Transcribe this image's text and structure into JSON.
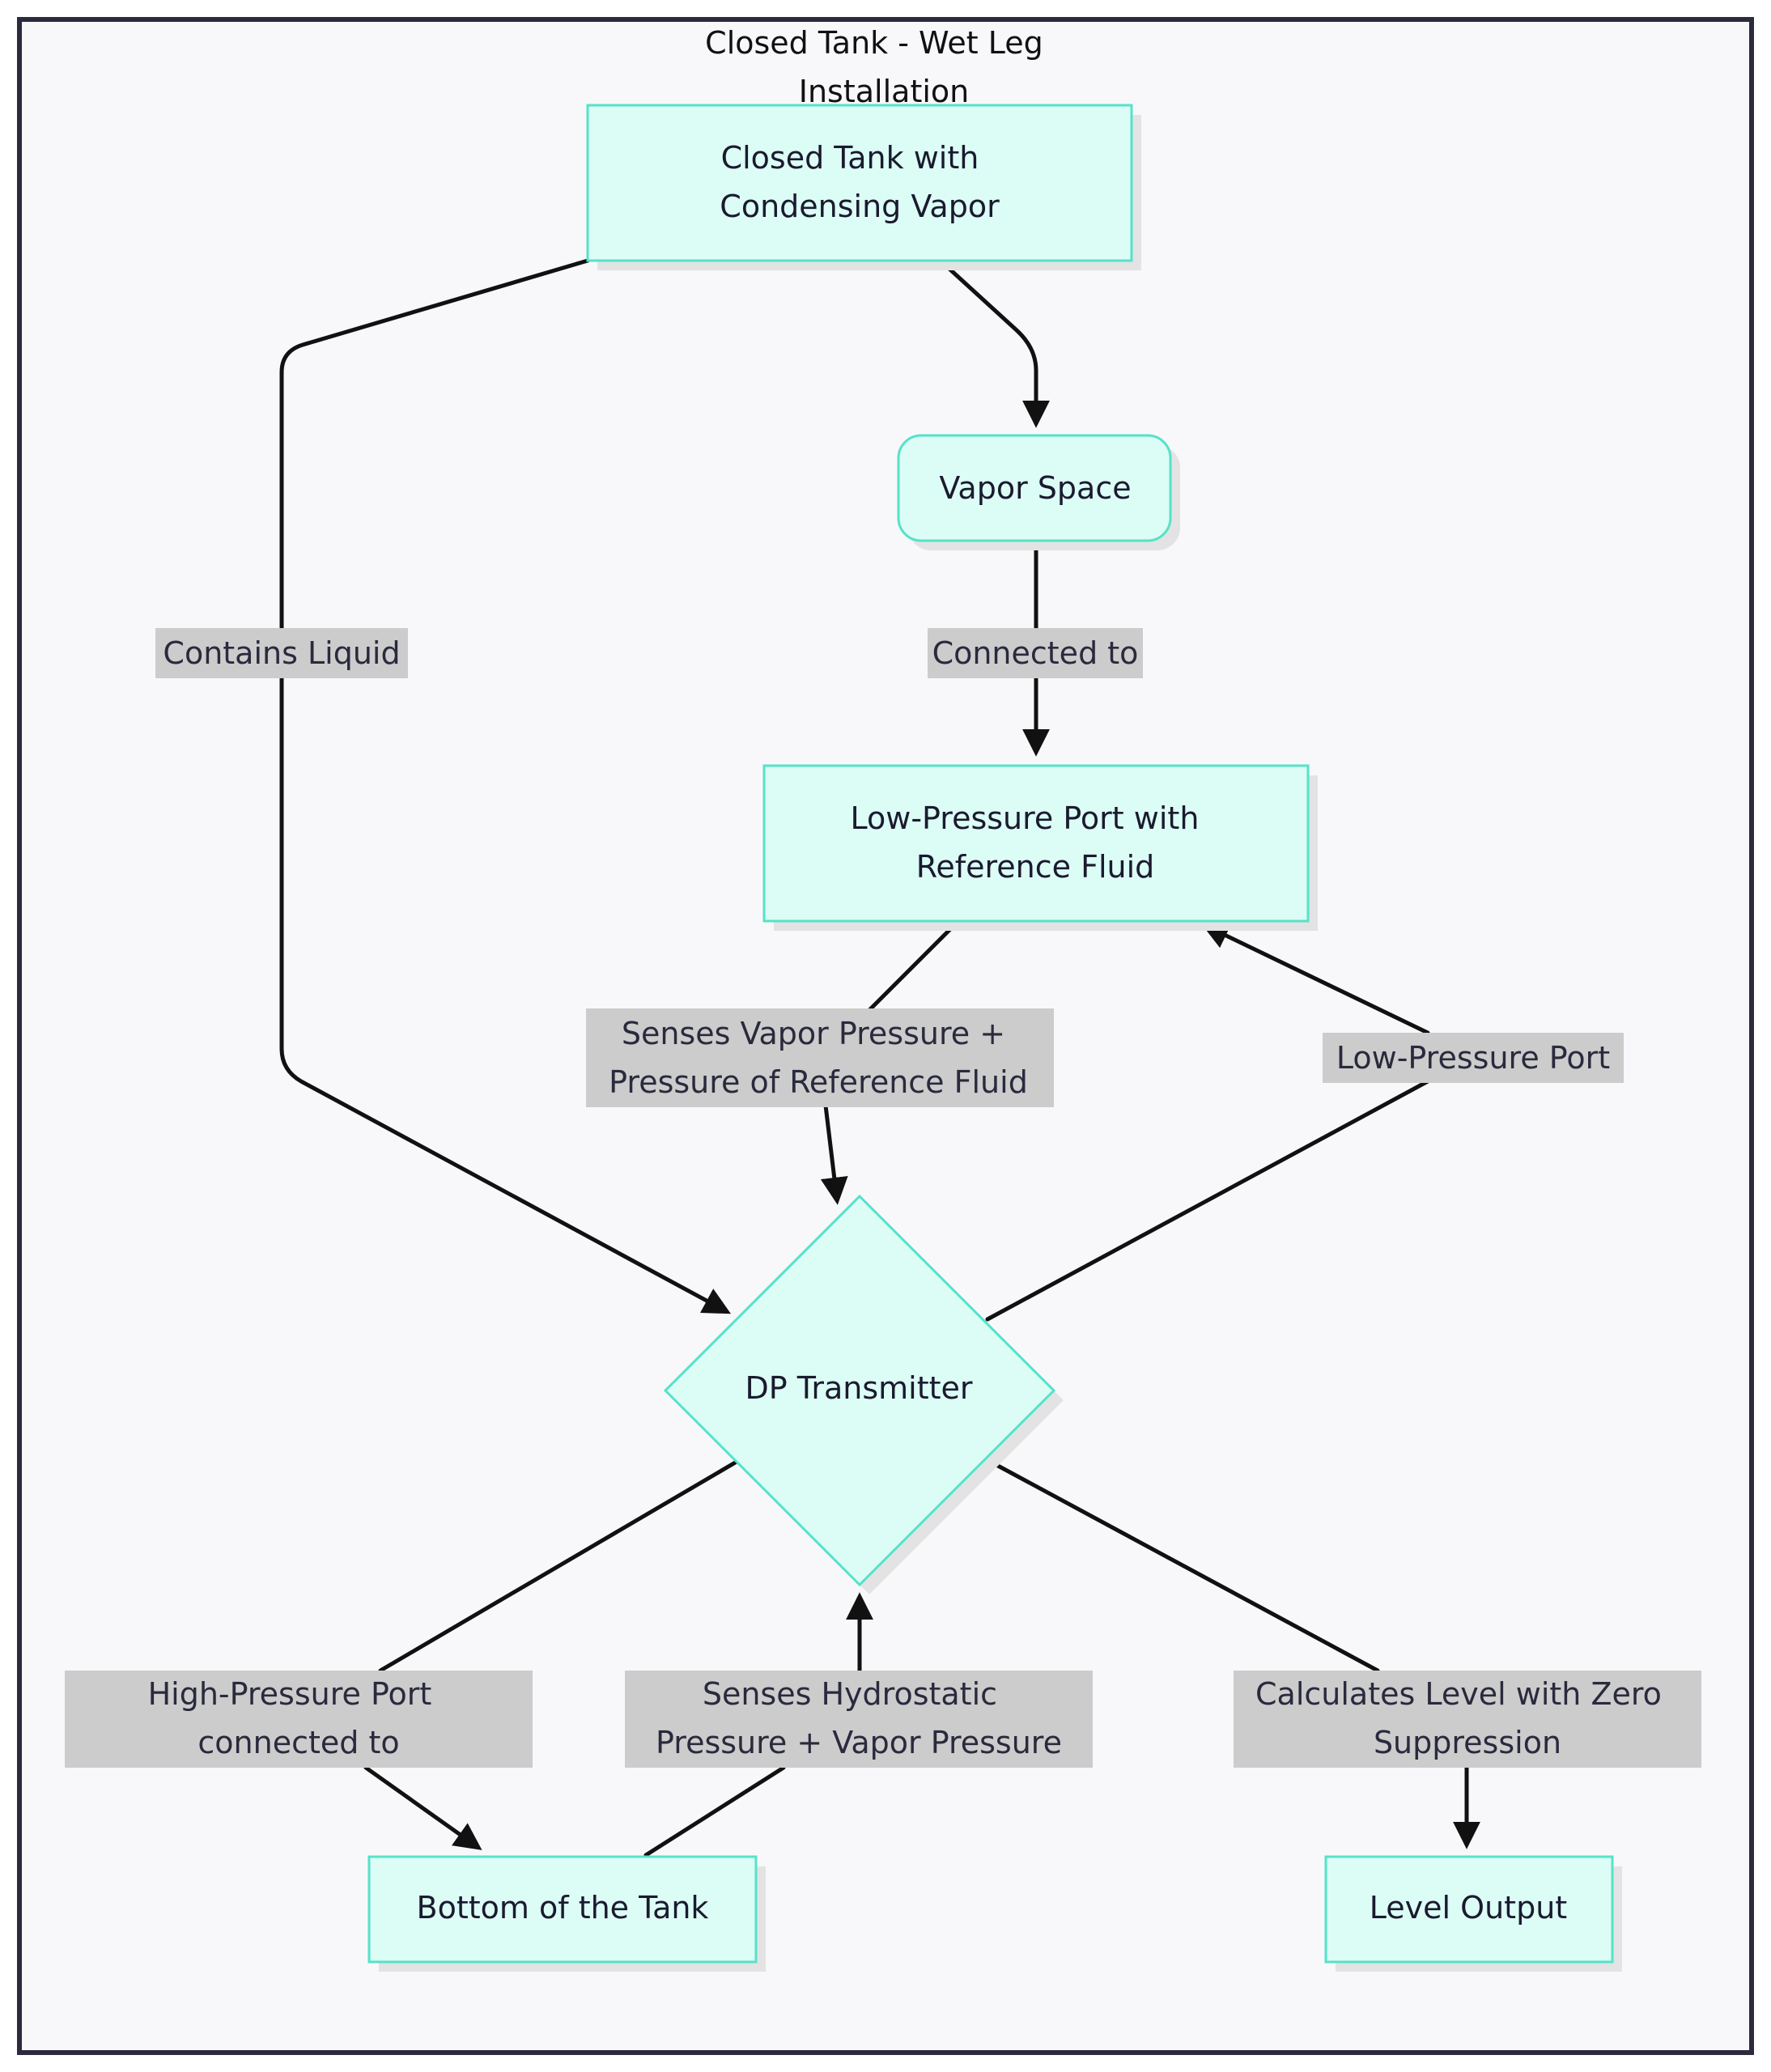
{
  "title": [
    "Closed Tank - Wet Leg",
    "Installation"
  ],
  "nodes": {
    "closed_tank": [
      "Closed Tank with",
      "Condensing Vapor"
    ],
    "vapor_space": [
      "Vapor Space"
    ],
    "low_pressure_port": [
      "Low-Pressure Port with",
      "Reference Fluid"
    ],
    "dp_transmitter": [
      "DP Transmitter"
    ],
    "bottom_of_tank": [
      "Bottom of the Tank"
    ],
    "level_output": [
      "Level Output"
    ]
  },
  "edges": {
    "contains_liquid": [
      "Contains Liquid"
    ],
    "connected_to": [
      "Connected to"
    ],
    "senses_vapor": [
      "Senses Vapor Pressure +",
      "Pressure of Reference Fluid"
    ],
    "low_pressure_port": [
      "Low-Pressure Port"
    ],
    "high_pressure_port": [
      "High-Pressure Port",
      "connected to"
    ],
    "senses_hydrostatic": [
      "Senses Hydrostatic",
      "Pressure + Vapor Pressure"
    ],
    "calculates_level": [
      "Calculates Level with Zero",
      "Suppression"
    ]
  },
  "colors": {
    "node_fill": "#dcfcf6",
    "node_border": "#56e2c8",
    "edge_label_bg": "#cccccc",
    "frame_border": "#2b2b3d",
    "frame_fill": "#f8f8fb"
  }
}
